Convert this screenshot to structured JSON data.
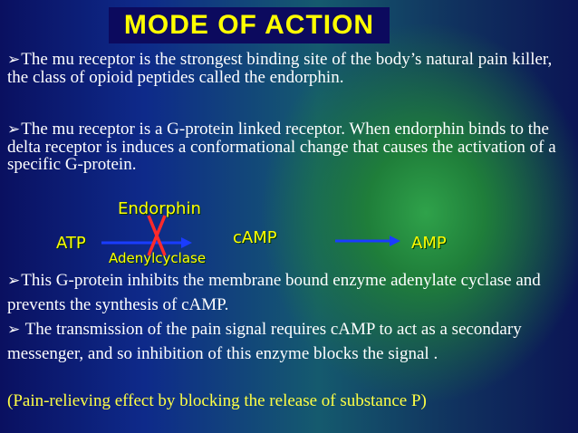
{
  "slide": {
    "title": "MODE OF ACTION",
    "bullets": [
      "The mu receptor is the strongest binding site of the body’s natural pain killer, the class of opioid peptides called the endorphin.",
      "The mu receptor is a G-protein linked receptor. When endorphin binds to the delta receptor is induces a conformational change that causes the activation of a specific G-protein.",
      "This G-protein inhibits the membrane bound enzyme adenylate cyclase and prevents the synthesis of cAMP.",
      " The transmission of the pain signal requires cAMP to act as a secondary messenger, and so inhibition of this enzyme blocks the signal ."
    ],
    "bullet_marker": "➢",
    "footer_note": "(Pain-relieving effect by blocking the release of substance P)"
  },
  "diagram": {
    "endorphin_label": "Endorphin",
    "atp_label": "ATP",
    "enzyme_label": "Adenylcyclase",
    "camp_label": "cAMP",
    "amp_label": "AMP"
  },
  "colors": {
    "title_text": "#ffff00",
    "title_bg": "#0c0a5e",
    "body_text": "#ffffff",
    "footer_text": "#ffff44",
    "arrow": "#1a3cff",
    "cross": "#ff2a2a"
  }
}
